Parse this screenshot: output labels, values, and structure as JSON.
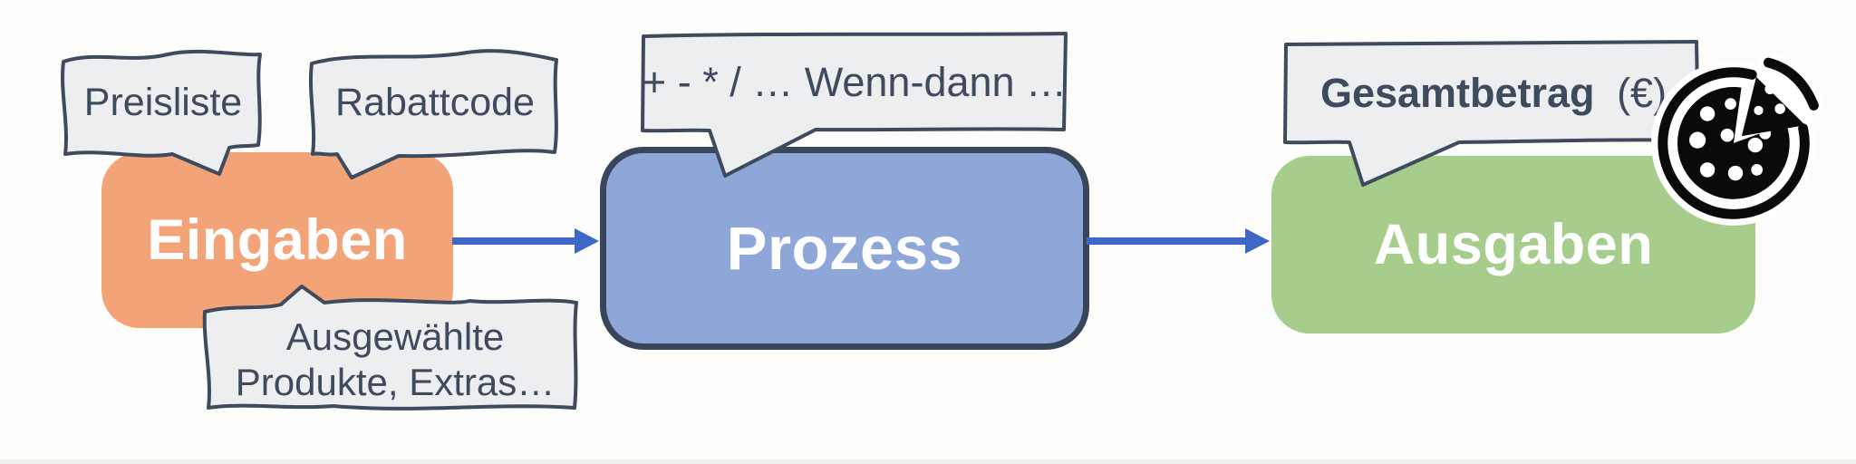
{
  "diagram": {
    "title_concept": "IPO (Eingabe-Verarbeitung-Ausgabe) Diagramm",
    "boxes": {
      "input": {
        "label": "Eingaben"
      },
      "process": {
        "label": "Prozess"
      },
      "output": {
        "label": "Ausgaben"
      }
    },
    "callouts": {
      "preisliste": {
        "text": "Preisliste"
      },
      "rabattcode": {
        "text": "Rabattcode"
      },
      "prozess_ops": {
        "text": "+ - * / … Wenn-dann …"
      },
      "ausgewaehlte": {
        "line1": "Ausgewählte",
        "line2": "Produkte, Extras…"
      },
      "gesamtbetrag": {
        "text_bold": "Gesamtbetrag",
        "text_regular": "(€)"
      }
    },
    "icons": {
      "pizza": "pizza-icon"
    },
    "colors": {
      "input_fill": "#f2a378",
      "process_fill": "#8fa6d9",
      "process_border": "#39455a",
      "output_fill": "#a6cd8c",
      "callout_fill": "#edeeef",
      "ink_navy": "#3e4a5e",
      "arrow_blue": "#3e68c5",
      "pizza_black": "#0a0a0a",
      "background": "#fdfdfb"
    }
  }
}
